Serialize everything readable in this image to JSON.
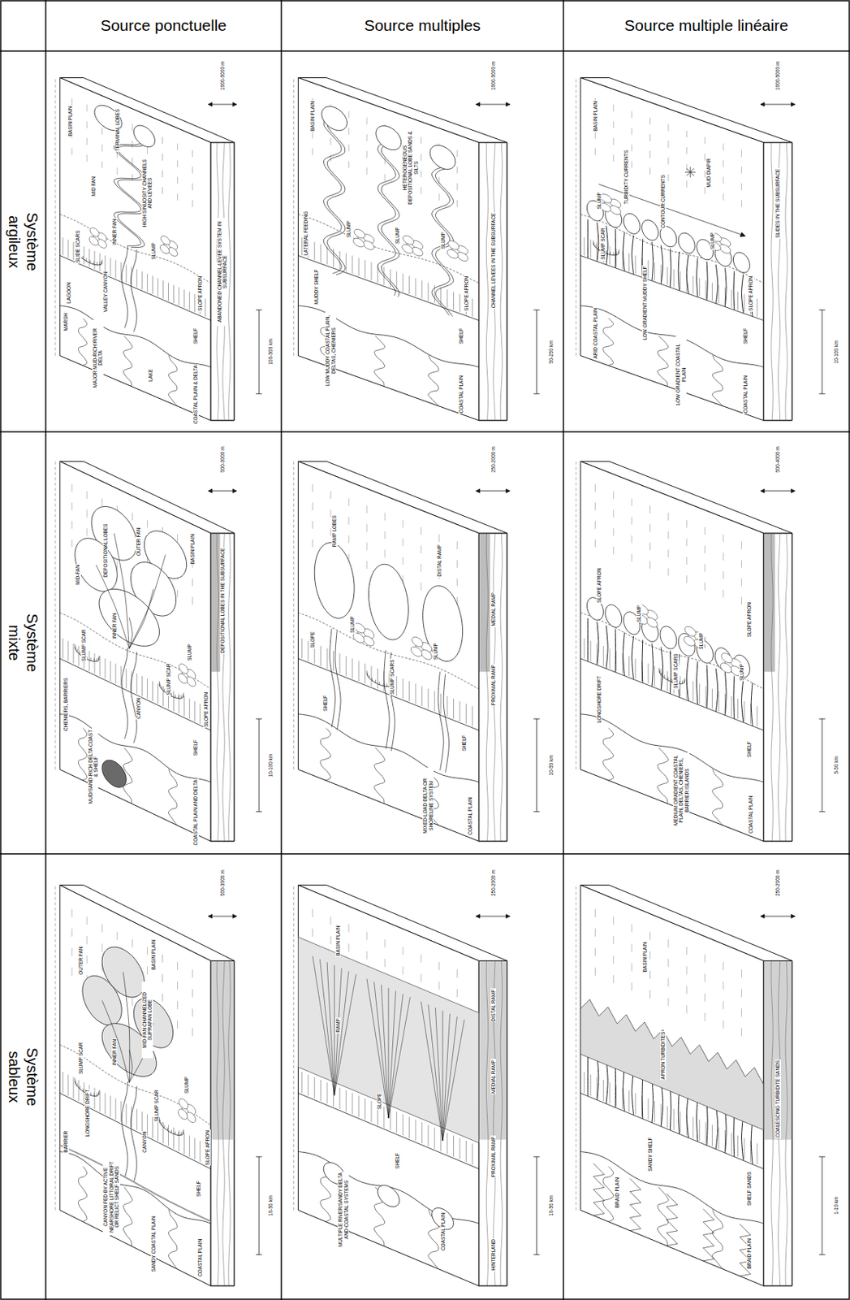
{
  "diagram": {
    "labels": [
      "Source ponctuelle",
      "Source multiples",
      "Source multiple linéaire",
      "Système argileux",
      "Système mixte",
      "Système sableux",
      "MAJOR MUD-RICH RIVER DELTA",
      "MARSH",
      "LAGOON",
      "LAKE",
      "COASTAL PLAIN & DELTA",
      "SHELF",
      "SLOPE APRON",
      "VALLEY CANYON",
      "SLIDE SCARS",
      "INNER FAN",
      "MID FAN",
      "SLUMP",
      "HIGH SINUOSITY CHANNELS AND LEVEES",
      "TERMINAL LOBES",
      "BASIN PLAIN",
      "ABANDONED CHANNEL-LEVEE SYSTEM IN SUBSURFACE",
      "1000-5000 m",
      "100-500 km",
      "LOW MUDDY COASTAL PLAIN, DELTAS, CHENIERS",
      "MUDDY SHELF",
      "LATERAL FEEDING",
      "COASTAL PLAIN",
      "SHELF",
      "SLOPE APRON",
      "SLUMP",
      "SLUMP",
      "SLUMP",
      "HETEROGENEOUS DEPOSITIONAL LOBE SANDS & SILTS",
      "BASIN PLAIN",
      "CHANNEL LEVEES IN THE SUBSURFACE",
      "1000-5000 m",
      "50-250 km",
      "ARID COASTAL PLAIN",
      "LOW GRADIENT COASTAL PLAIN",
      "LOW GRADIENT MUDDY SHELF",
      "CONTOUR CURRENTS",
      "COASTAL PLAIN",
      "SHELF",
      "SLOPE APRON",
      "SLUMP SCAR",
      "SLUMP",
      "TURBIDITY CURRENTS",
      "SLUMP",
      "MUD DIAPIR",
      "BASIN PLAIN",
      "SLIDES IN THE SUBSURFACE",
      "1000-5000 m",
      "10-100 km",
      "MUD/SAND-RICH DELTA COAST & SHELF",
      "CHENIERS, BARRIERS",
      "COASTAL PLAIN AND DELTA",
      "SHELF",
      "CANYON",
      "SLUMP SCAR",
      "SLUMP SCAR",
      "SLUMP",
      "SLOPE APRON",
      "INNER FAN",
      "MID-FAN",
      "DEPOSITIONAL LOBES",
      "OUTER FAN",
      "BASIN PLAIN",
      "DEPOSITIONAL LOBES IN THE SUBSURFACE",
      "500-3000 m",
      "10-100 km",
      "MIXED-LOAD DELTA OR SHORELINE SYSTEM",
      "COASTAL PLAIN",
      "SHELF",
      "SHELF",
      "SLOPE",
      "SLUMP SCARS",
      "SLUMP",
      "SLUMP",
      "RAMP LOBES",
      "PROXIMAL RAMP",
      "MEDIAL RAMP",
      "DISTAL RAMP",
      "250-2000 m",
      "10-50 km",
      "MEDIUM GRADIENT COASTAL PLAIN, DELTAS, CHENIERS, BARRIER ISLANDS",
      "LONGSHORE DRIFT",
      "COASTAL PLAIN",
      "SHELF",
      "SLOPE APRON",
      "SLUMP",
      "SLUMP SCARS",
      "SLUMP",
      "SLUMP",
      "SLOPE APRON",
      "500-4000 m",
      "5-50 km",
      "SANDY COASTAL PLAIN",
      "CANYON FED BY ACTIVE NEARSHORE LITTORAL DRIFT OR RELICT SHELF SANDS",
      "BARRIER",
      "LONGSHORE DRIFT",
      "COASTAL PLAIN",
      "SHELF",
      "CANYON",
      "SLUMP SCAR",
      "SLUMP SCAR",
      "SLUMP",
      "SLOPE APRON",
      "INNER FAN",
      "MID-FAN CHANNELIZED SUPRAFAN LOBE",
      "OUTER FAN",
      "BASIN PLAIN",
      "500-3000 m",
      "10-50 km",
      "MULTIPLE RIVER/SANDY DELTA AND COASTAL SYSTEMS",
      "COASTAL PLAIN",
      "SHELF",
      "SLOPE",
      "RAMP",
      "BASIN PLAIN",
      "HINTERLAND",
      "PROXIMAL RAMP",
      "MEDIAL RAMP",
      "DISTAL RAMP",
      "250-2000 m",
      "10-50 km",
      "BRAID PLAIN",
      "SANDY SHELF",
      "APRON TURBIDITES",
      "BASIN PLAIN",
      "BRAID PLAIN",
      "SHELF SANDS",
      "COALESCING TURBIDITE SANDS",
      "250-2000 m",
      "1-10 km"
    ]
  }
}
